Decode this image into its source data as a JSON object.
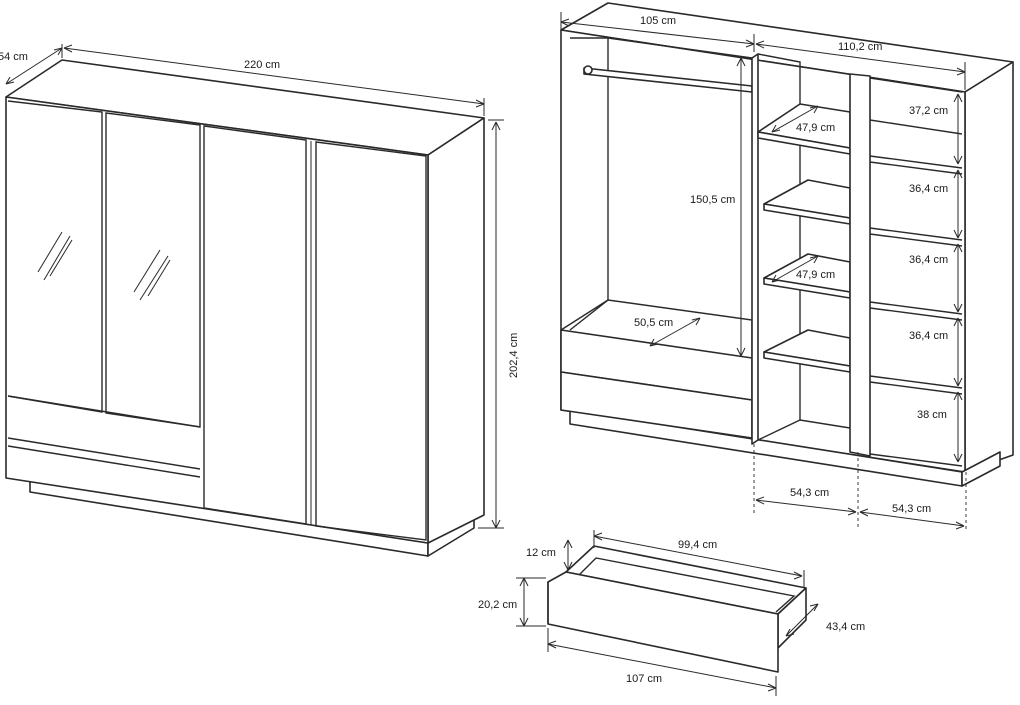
{
  "dimensions": {
    "depth_left": "54 cm",
    "width_total": "220 cm",
    "height_total": "202,4 cm",
    "width_left_section": "105 cm",
    "width_right_section": "110,2 cm",
    "hanging_height": "150,5 cm",
    "drawer_area_depth": "50,5 cm",
    "shelf_depth_top": "47,9 cm",
    "shelf_depth_mid": "47,9 cm",
    "shelf_gap_1": "37,2 cm",
    "shelf_gap_2": "36,4 cm",
    "shelf_gap_3": "36,4 cm",
    "shelf_gap_4": "36,4 cm",
    "shelf_gap_5": "38 cm",
    "compartment_width_1": "54,3 cm",
    "compartment_width_2": "54,3 cm",
    "drawer_inner_width": "99,4 cm",
    "drawer_inner_height": "12 cm",
    "drawer_front_height": "20,2 cm",
    "drawer_depth": "43,4 cm",
    "drawer_outer_width": "107 cm"
  }
}
